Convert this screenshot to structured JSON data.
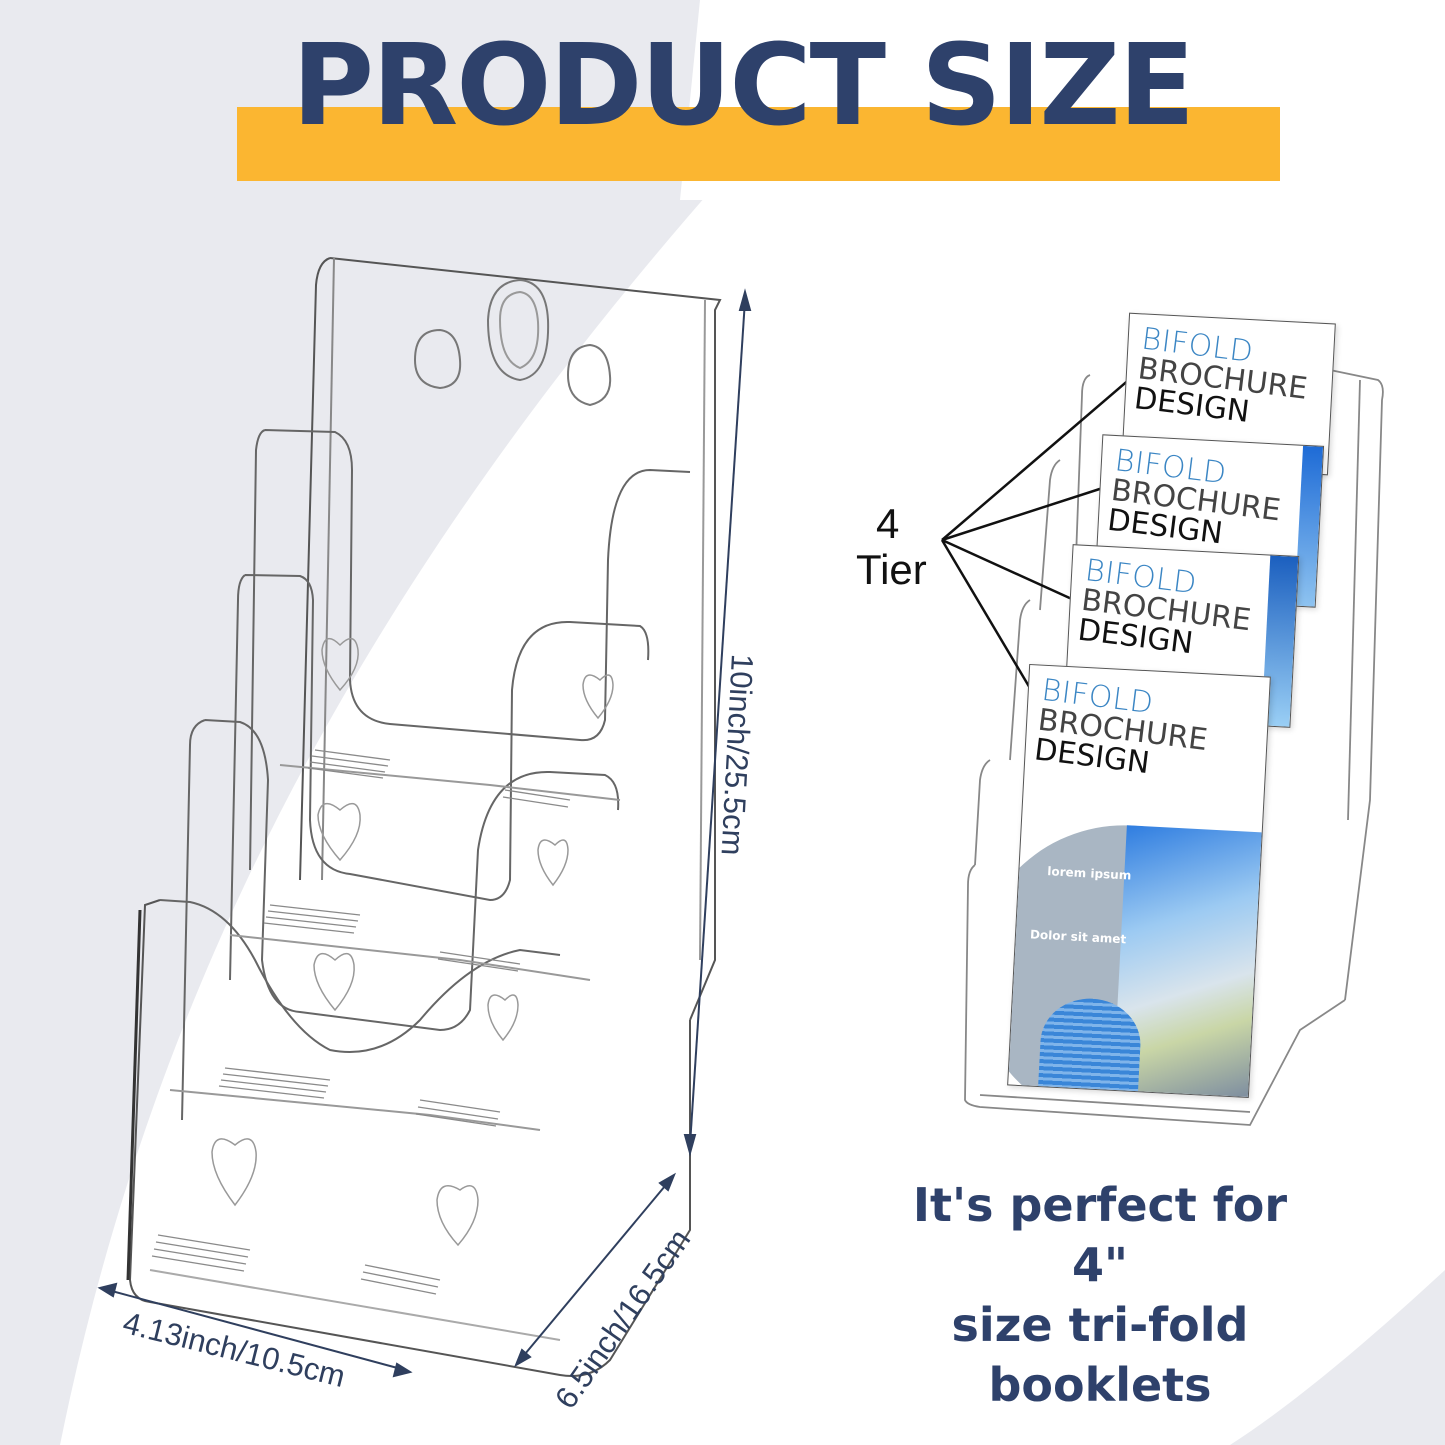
{
  "header": {
    "title": "PRODUCT SIZE"
  },
  "dimensions": {
    "height": "10inch/25.5cm",
    "width": "4.13inch/10.5cm",
    "depth": "6.5inch/16.5cm"
  },
  "callout": {
    "number": "4",
    "label": "Tier"
  },
  "brochures": [
    {
      "line1": "BIFOLD",
      "line2": "BROCHURE",
      "line3": "DESIGN"
    },
    {
      "line1": "BIFOLD",
      "line2": "BROCHURE",
      "line3": "DESIGN"
    },
    {
      "line1": "BIFOLD",
      "line2": "BROCHURE",
      "line3": "DESIGN"
    },
    {
      "line1": "BIFOLD",
      "line2": "BROCHURE",
      "line3": "DESIGN"
    }
  ],
  "brochure_cover": {
    "heading1": "lorem ipsum",
    "heading2": "Dolor sit amet"
  },
  "caption": {
    "line1": "It's perfect for 4\"",
    "line2": "size tri-fold",
    "line3": "booklets"
  },
  "colors": {
    "title_text": "#2e416b",
    "title_bar": "#fbb631",
    "background_gray": "#e9eaef",
    "dimension_arrow": "#2f3f5e",
    "brochure_blue": "#3b86c4"
  }
}
